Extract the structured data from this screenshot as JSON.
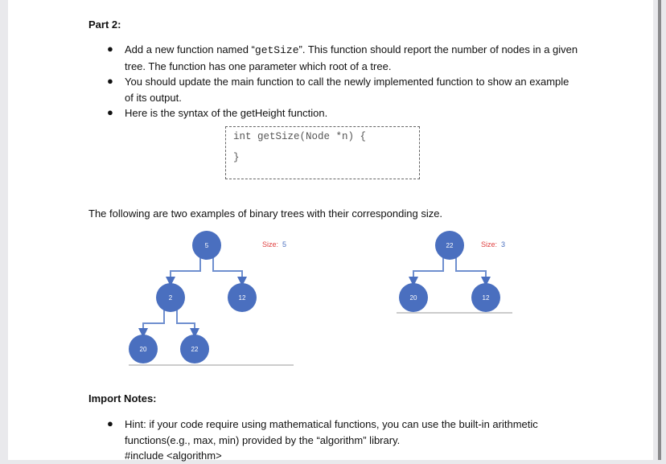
{
  "part_title": "Part 2:",
  "bullets": [
    {
      "pre": "Add a new function named “",
      "code": "getSize",
      "post": "”. This function should report the number of nodes in a given tree. The function has one parameter which root of a tree."
    },
    {
      "text": "You should update the main function to call the newly implemented function to show an example of its output."
    },
    {
      "text": "Here is the syntax of the getHeight function."
    }
  ],
  "code": {
    "line1": "int getSize(Node *n)  {",
    "line2": "}"
  },
  "examples_intro": "The following are two examples of binary trees with their corresponding size.",
  "trees": [
    {
      "size_label": "Size:",
      "size_value": "5",
      "nodes": [
        "5",
        "2",
        "12",
        "20",
        "22"
      ]
    },
    {
      "size_label": "Size:",
      "size_value": "3",
      "nodes": [
        "22",
        "20",
        "12"
      ]
    }
  ],
  "notes_title": "Import Notes:",
  "notes": [
    {
      "line1": "Hint: if your code require using mathematical functions, you can use the built-in arithmetic",
      "line2": "functions(e.g., max, min) provided by the “algorithm” library.",
      "line3": "#include <algorithm>"
    }
  ],
  "colors": {
    "node": "#4a6fbf",
    "size_label": "#e04040",
    "size_value": "#4a6fbf"
  }
}
